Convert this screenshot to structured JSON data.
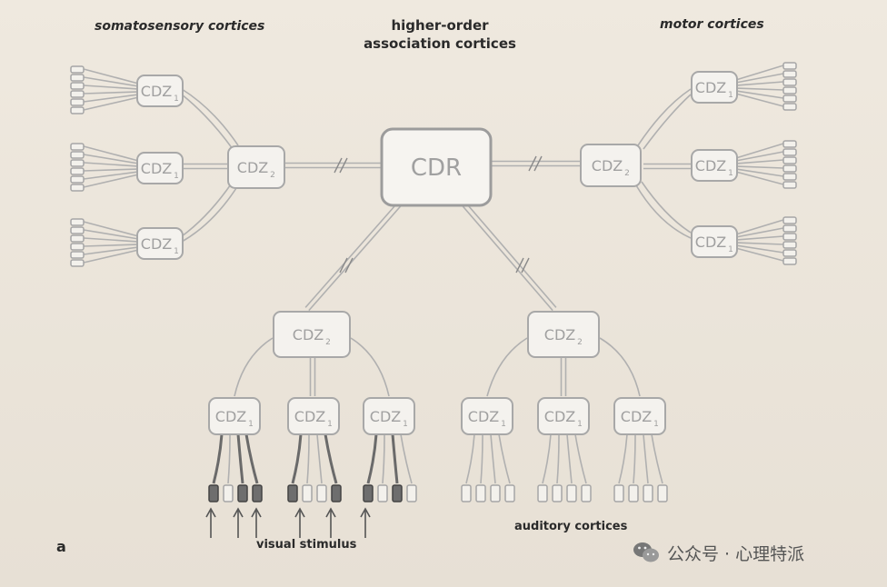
{
  "labels": {
    "somatosensory": "somatosensory cortices",
    "motor": "motor cortices",
    "higher_line1": "higher-order",
    "higher_line2": "association cortices",
    "visual": "visual stimulus",
    "auditory": "auditory cortices",
    "panel": "a"
  },
  "nodes": {
    "cdr": "CDR",
    "cdz1": "CDZ",
    "cdz1_sub": "1",
    "cdz2": "CDZ",
    "cdz2_sub": "2"
  },
  "watermark": {
    "text": "公众号 · 心理特派",
    "icon": "wechat-icon"
  },
  "colors": {
    "background": "#ece6dc",
    "box_stroke": "#a8a8a8",
    "box_text": "#a0a0a0",
    "active_unit": "#6e6e6e"
  }
}
